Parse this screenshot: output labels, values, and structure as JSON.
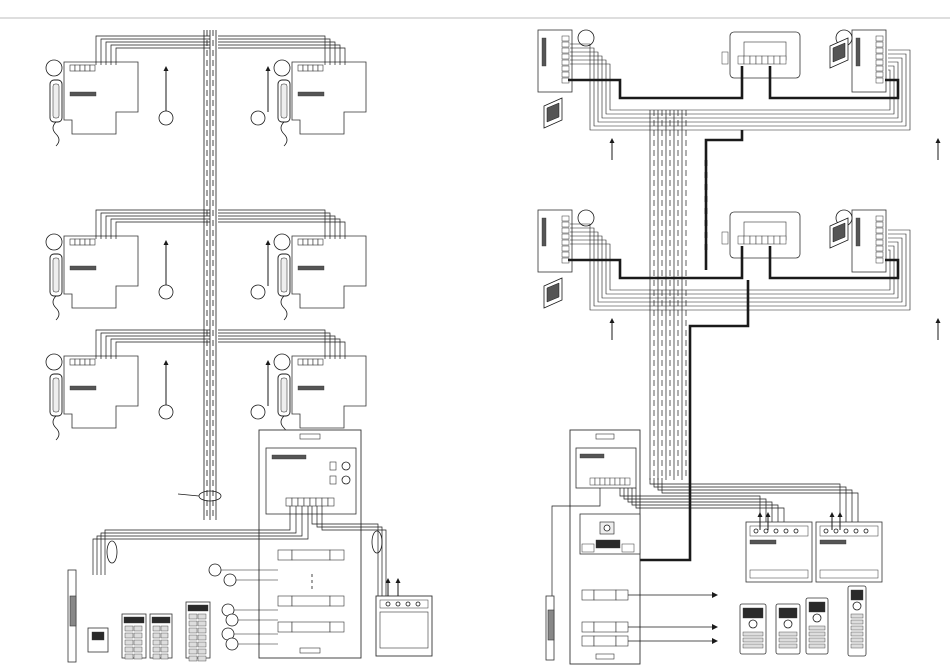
{
  "diagram": {
    "left_panel": {
      "title": "",
      "floors": 3,
      "units_per_floor": 2,
      "riser_label": ""
    },
    "right_panel": {
      "title": "",
      "floors": 2,
      "units_per_floor": 2
    },
    "legend": [],
    "colors": {
      "line": "#1a1a1a",
      "thick_line": "#111111",
      "panel_fill": "#ffffff",
      "panel_stroke": "#333333",
      "screen_fill": "#2a2a2a",
      "header_rule": "#bdbdbd"
    }
  }
}
